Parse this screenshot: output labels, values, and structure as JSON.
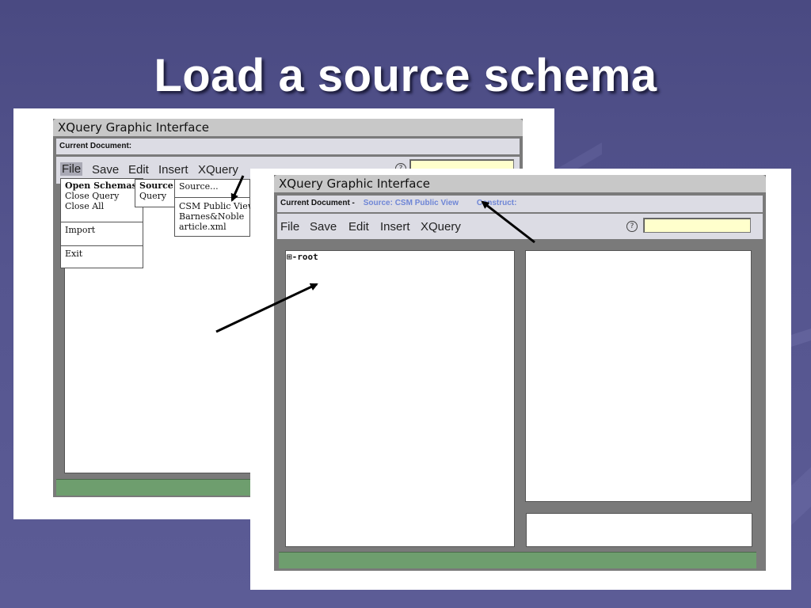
{
  "slide": {
    "title": "Load a source schema"
  },
  "window1": {
    "title": "XQuery Graphic Interface",
    "current_document_label": "Current Document:",
    "menu": [
      "File",
      "Save",
      "Edit",
      "Insert",
      "XQuery"
    ],
    "help_glyph": "?",
    "file_menu": {
      "items": [
        "Open Schemas.",
        "Close Query",
        "Close All",
        "Import",
        "Exit"
      ]
    },
    "open_submenu": {
      "items": [
        "Source",
        "Query"
      ]
    },
    "source_submenu": {
      "items": [
        "Source...",
        "CSM Public View",
        "Barnes&Noble",
        "article.xml"
      ]
    }
  },
  "window2": {
    "title": "XQuery Graphic Interface",
    "current_document_label": "Current Document -",
    "source_label": "Source: CSM Public View",
    "construct_label": "Construct:",
    "menu": [
      "File",
      "Save",
      "Edit",
      "Insert",
      "XQuery"
    ],
    "help_glyph": "?",
    "tree_root": "⊞-root"
  },
  "colors": {
    "background": "#55558f",
    "status_bar": "#6e9e6e",
    "source_link": "#6f86d6",
    "query_field": "#ffffcc"
  }
}
